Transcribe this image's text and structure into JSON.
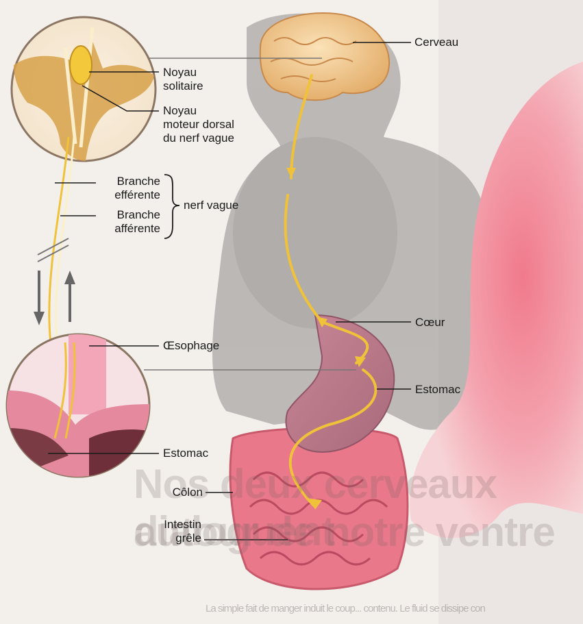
{
  "labels": {
    "cerveau": "Cerveau",
    "noyau_solitaire": "Noyau\nsolitaire",
    "noyau_moteur": "Noyau\nmoteur dorsal\ndu nerf vague",
    "branche_efferente": "Branche\nefférente",
    "branche_afferente": "Branche\nafférente",
    "nerf_vague": "nerf vague",
    "coeur": "Cœur",
    "oesophage": "Œsophage",
    "estomac_right": "Estomac",
    "estomac_left": "Estomac",
    "colon": "Côlon",
    "intestin": "Intestin\ngrêle"
  },
  "background_text": {
    "heading_line1": "Nos deux cerveaux dialoguent",
    "heading_line2": "autour de notre ventre",
    "body_fragment": "La simple fait de manger induit le coup... contenu. Le fluid se dissipe con"
  },
  "colors": {
    "nerve": "#f0c23a",
    "nerve_light": "#fbf0c8",
    "brain": "#f0c98d",
    "body_silhouette": "#8f8c8a",
    "intestine": "#e8788a",
    "stomach": "#d98a98",
    "label_line": "#1a1a1a"
  }
}
